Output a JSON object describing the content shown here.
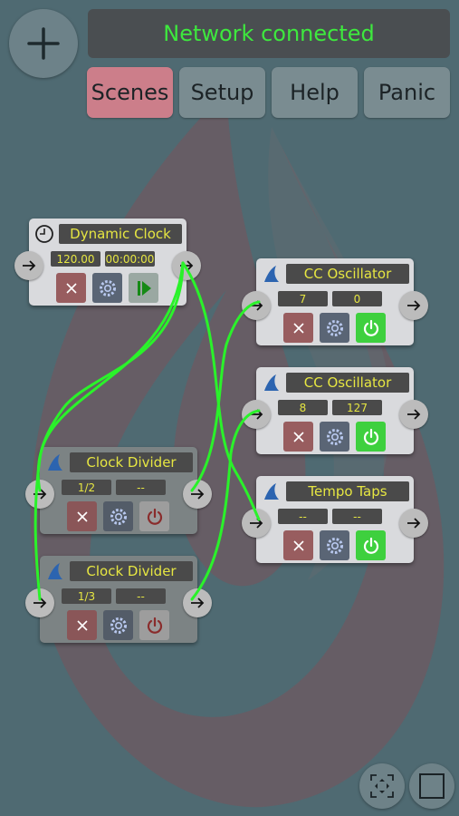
{
  "header": {
    "status_text": "Network connected",
    "status_color": "#3ee83e"
  },
  "tabs": [
    {
      "label": "Scenes",
      "active": true
    },
    {
      "label": "Setup",
      "active": false
    },
    {
      "label": "Help",
      "active": false
    },
    {
      "label": "Panic",
      "active": false
    }
  ],
  "nodes": {
    "dynamic_clock": {
      "title": "Dynamic Clock",
      "icon": "clock-icon",
      "field1": "120.00",
      "field2": "00:00:00",
      "action": "play-icon"
    },
    "cc_oscillator_1": {
      "title": "CC Oscillator",
      "icon": "shark-fin-icon",
      "field1": "7",
      "field2": "0",
      "power": "on"
    },
    "cc_oscillator_2": {
      "title": "CC Oscillator",
      "icon": "shark-fin-icon",
      "field1": "8",
      "field2": "127",
      "power": "on"
    },
    "tempo_taps": {
      "title": "Tempo Taps",
      "icon": "shark-fin-icon",
      "field1": "--",
      "field2": "--",
      "power": "on"
    },
    "clock_divider_1": {
      "title": "Clock Divider",
      "icon": "shark-fin-icon",
      "field1": "1/2",
      "field2": "--",
      "power": "off"
    },
    "clock_divider_2": {
      "title": "Clock Divider",
      "icon": "shark-fin-icon",
      "field1": "1/3",
      "field2": "--",
      "power": "off"
    }
  },
  "colors": {
    "background": "#4f6a72",
    "wire": "#2af22a",
    "title_text": "#e6e642",
    "scenes_active": "#cc7e8a"
  }
}
